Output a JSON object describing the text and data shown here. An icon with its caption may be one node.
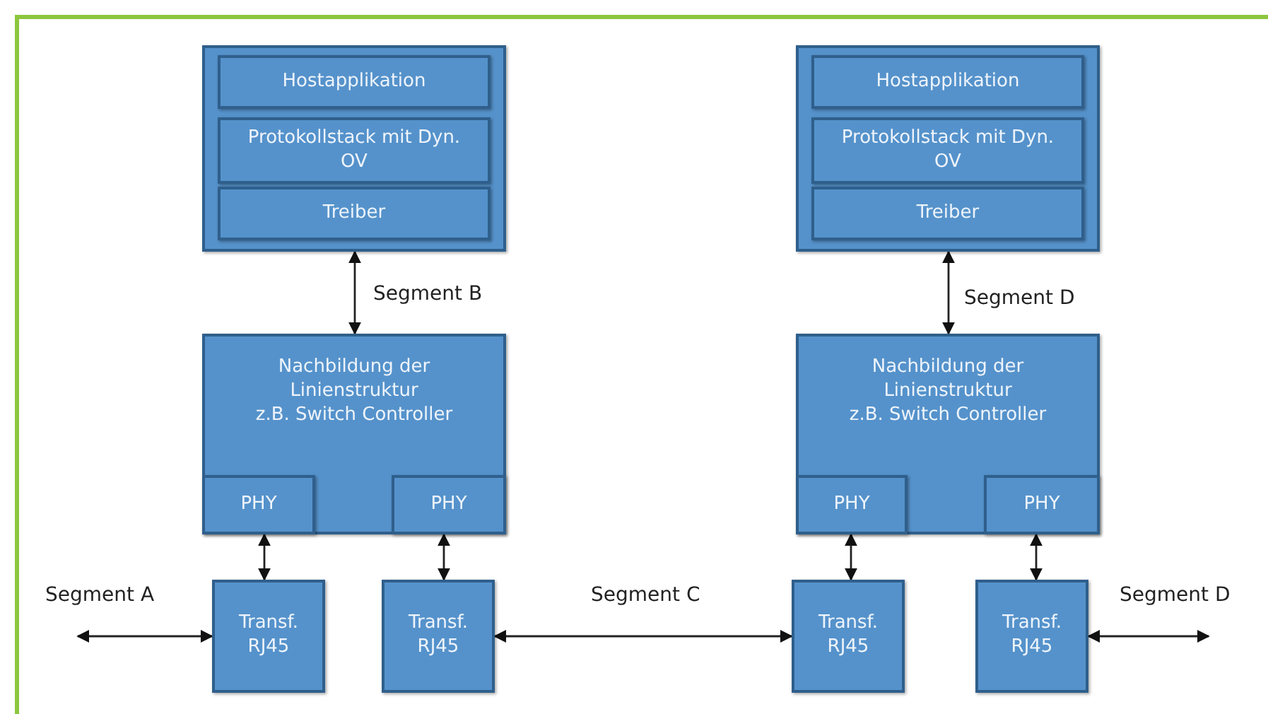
{
  "diagram": {
    "nodes": [
      {
        "text": [],
        "shape": "box"
      },
      {
        "text": [
          "Hostapplikation"
        ],
        "in": 0
      },
      {
        "text": [
          "Protokollstack mit Dyn. OV"
        ],
        "in": 0
      },
      {
        "text": [
          "Treiber"
        ],
        "in": 0
      },
      {
        "text": [],
        "shape": "box"
      },
      {
        "text": [
          "Hostapplikation"
        ],
        "in": 4
      },
      {
        "text": [
          "Protokollstack mit Dyn. OV"
        ],
        "in": 4
      },
      {
        "text": [
          "Treiber"
        ],
        "in": 4
      },
      {
        "text": [
          "Nachbildung der Linienstruktur",
          "z.B. Switch Controller"
        ]
      },
      {
        "text": [
          "PHY"
        ],
        "in": 8
      },
      {
        "text": [
          "PHY"
        ],
        "in": 8
      },
      {
        "text": [
          "Nachbildung der Linienstruktur",
          "z.B. Switch Controller"
        ]
      },
      {
        "text": [
          "PHY"
        ],
        "in": 11
      },
      {
        "text": [
          "PHY"
        ],
        "in": 11
      },
      {
        "text": [
          "Transf. RJ45"
        ]
      },
      {
        "text": [
          "Transf. RJ45"
        ]
      },
      {
        "text": [
          "Transf. RJ45"
        ]
      },
      {
        "text": [
          "Transf. RJ45"
        ]
      }
    ],
    "edges": [
      {
        "from": 0,
        "to": 8,
        "arrow": "both",
        "label": "Segment B"
      },
      {
        "from": 4,
        "to": 11,
        "arrow": "both",
        "label": "Segment D"
      },
      {
        "from": 9,
        "to": 14,
        "arrow": "both"
      },
      {
        "from": 10,
        "to": 15,
        "arrow": "both"
      },
      {
        "from": 12,
        "to": 16,
        "arrow": "both"
      },
      {
        "from": 13,
        "to": 17,
        "arrow": "both"
      },
      {
        "from": null,
        "to": 14,
        "arrow": "both",
        "label": "Segment A"
      },
      {
        "from": 15,
        "to": 16,
        "arrow": "both",
        "label": "Segment C"
      },
      {
        "from": 17,
        "to": null,
        "arrow": "both",
        "label": "Segment D"
      }
    ]
  }
}
